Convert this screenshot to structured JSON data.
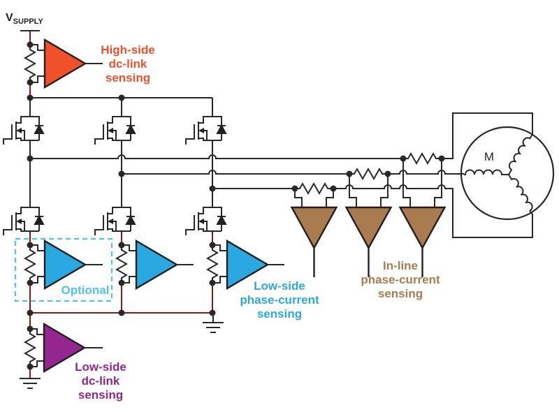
{
  "colors": {
    "wire": "#2b2627",
    "dc_wire": "#8b1a12",
    "orange": "#f0512b",
    "blue": "#2aa9e0",
    "optional_blue": "#4fc2f0",
    "purple": "#93278f",
    "brown": "#a87c4f",
    "text_dark": "#231f20"
  },
  "labels": {
    "supply": {
      "main": "V",
      "sub": "SUPPLY"
    },
    "high_side": {
      "line1": "High-side",
      "line2": "dc-link",
      "line3": "sensing"
    },
    "optional": "Optional",
    "low_side_phase": {
      "line1": "Low-side",
      "line2": "phase-current",
      "line3": "sensing"
    },
    "in_line": {
      "line1": "In-line",
      "line2": "phase-current",
      "line3": "sensing"
    },
    "low_side_dc": {
      "line1": "Low-side",
      "line2": "dc-link",
      "line3": "sensing"
    },
    "motor": {
      "letter": "M"
    }
  }
}
